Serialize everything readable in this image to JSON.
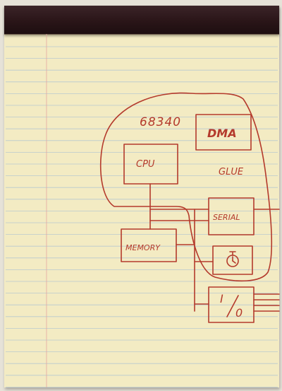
{
  "diagram": {
    "chip_label": "68340",
    "blocks": {
      "dma": "DMA",
      "glue": "GLUE",
      "cpu": "CPU",
      "serial": "SERIAL",
      "memory": "MEMORY",
      "io": "I/O"
    },
    "timer_symbol": "timer-icon",
    "ink_color": "#b43a2c",
    "paper_color": "#f3ebc3",
    "rule_color": "#b9c9d0",
    "margin_rule_color": "#e4a6a0"
  }
}
